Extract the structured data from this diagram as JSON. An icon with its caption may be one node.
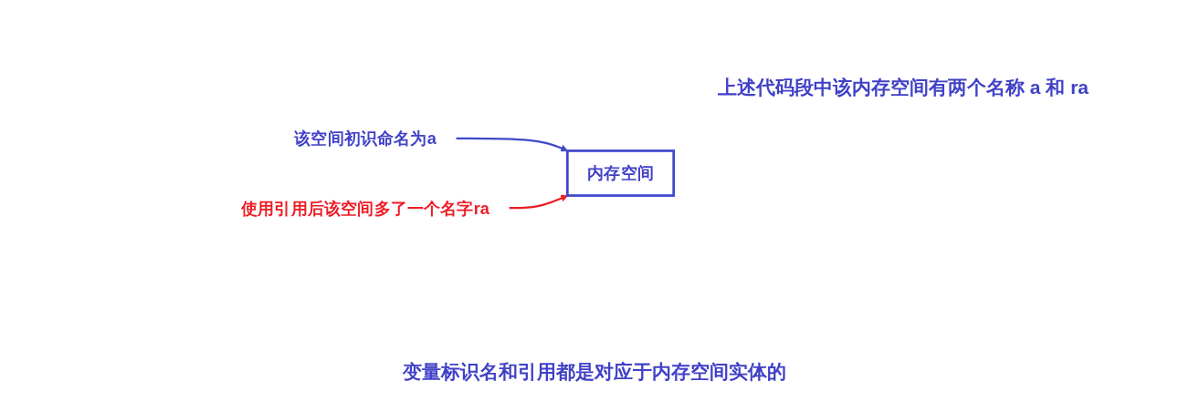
{
  "diagram": {
    "nodes": [
      {
        "text": [
          "该空间初识命名为a"
        ]
      },
      {
        "text": [
          "内存空间"
        ]
      },
      {
        "text": [
          "使用引用后该空间多了一个名字ra"
        ]
      }
    ],
    "edges": [
      {
        "from": 0,
        "to": 1,
        "arrow": "to",
        "color": "#3f48cc"
      },
      {
        "from": 2,
        "to": 1,
        "arrow": "to",
        "color": "#ed1c24"
      }
    ],
    "labels": [
      "上述代码段中该内存空间有两个名称 a 和 ra",
      "变量标识名和引用都是对应于内存空间实体的"
    ]
  }
}
